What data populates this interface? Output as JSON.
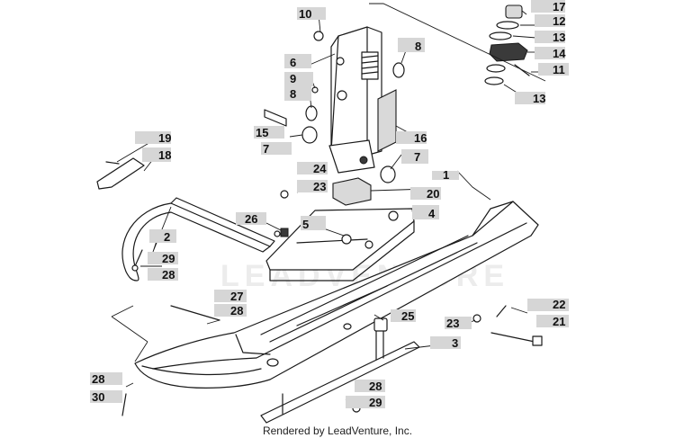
{
  "credit": "Rendered by LeadVenture, Inc.",
  "watermark": "LEADVENTURE",
  "callouts": {
    "c1": "1",
    "c2": "2",
    "c3": "3",
    "c4": "4",
    "c5": "5",
    "c6": "6",
    "c7a": "7",
    "c7b": "7",
    "c8a": "8",
    "c8b": "8",
    "c9": "9",
    "c10": "10",
    "c11": "11",
    "c12": "12",
    "c13a": "13",
    "c13b": "13",
    "c14": "14",
    "c15": "15",
    "c16": "16",
    "c17": "17",
    "c18": "18",
    "c19": "19",
    "c20": "20",
    "c21": "21",
    "c22": "22",
    "c23a": "23",
    "c23b": "23",
    "c24": "24",
    "c25": "25",
    "c26": "26",
    "c27": "27",
    "c28a": "28",
    "c28b": "28",
    "c28c": "28",
    "c28d": "28",
    "c29a": "29",
    "c29b": "29",
    "c30": "30"
  },
  "colors": {
    "line": "#1a1a1a",
    "bubble": "#d6d6d6",
    "background": "#ffffff"
  }
}
